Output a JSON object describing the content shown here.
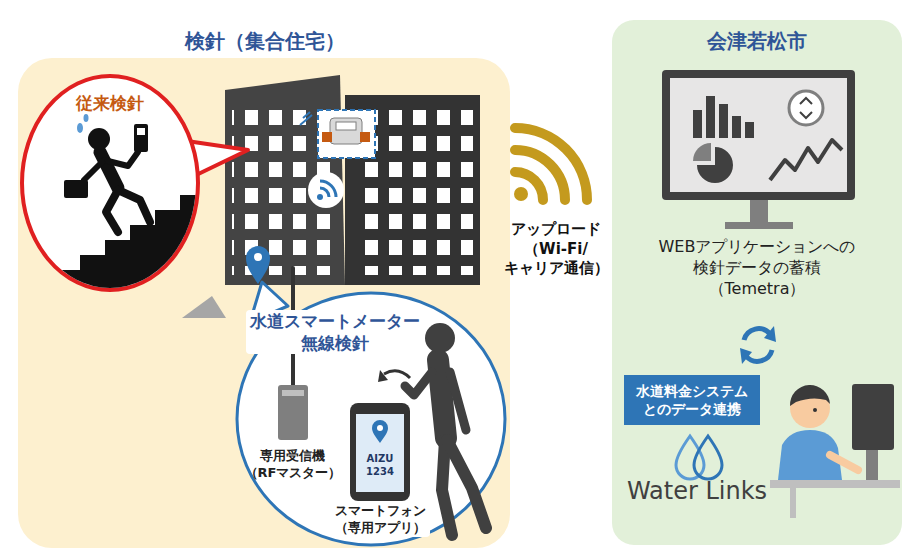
{
  "diagram": {
    "nodes": [
      {
        "text": [
          "検針（集合住宅）"
        ]
      },
      {
        "text": [
          "従来検針"
        ],
        "in": 0
      },
      {
        "text": [
          "水道スマートメーター 無線検針"
        ],
        "in": 0
      },
      {
        "text": [
          "会津若松市"
        ]
      },
      {
        "text": [
          "水道料金システム とのデータ連携"
        ],
        "in": 3
      }
    ],
    "labels": [
      "専用受信機 （RFマスター）",
      "AIZU 1234",
      "スマートフォン （専用アプリ）",
      "アップロード （Wi-Fi/ キャリア通信）",
      "WEBアプリケーションへの 検針データの蓄積 （Temetra）",
      "Water Links"
    ]
  }
}
